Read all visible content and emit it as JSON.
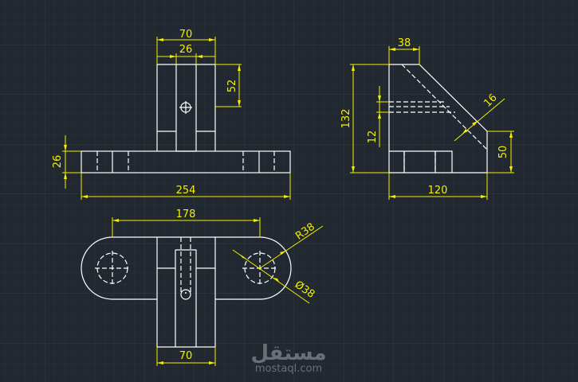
{
  "front_view": {
    "dims": {
      "top_width": "70",
      "slot_width": "26",
      "column_height": "52",
      "base_height": "26",
      "total_width": "254"
    }
  },
  "side_view": {
    "dims": {
      "top_width": "38",
      "total_height": "132",
      "slot_height": "12",
      "rib_thickness": "16",
      "end_height": "50",
      "total_depth": "120"
    }
  },
  "top_view": {
    "dims": {
      "hole_spacing": "178",
      "radius": "R38",
      "diameter": "Ø38",
      "column_width": "70"
    }
  },
  "watermark": {
    "arabic": "مستقل",
    "latin": "mostaql.com"
  },
  "colors": {
    "background": "#212830",
    "geometry": "#ffffff",
    "dimension": "#f2f000"
  }
}
